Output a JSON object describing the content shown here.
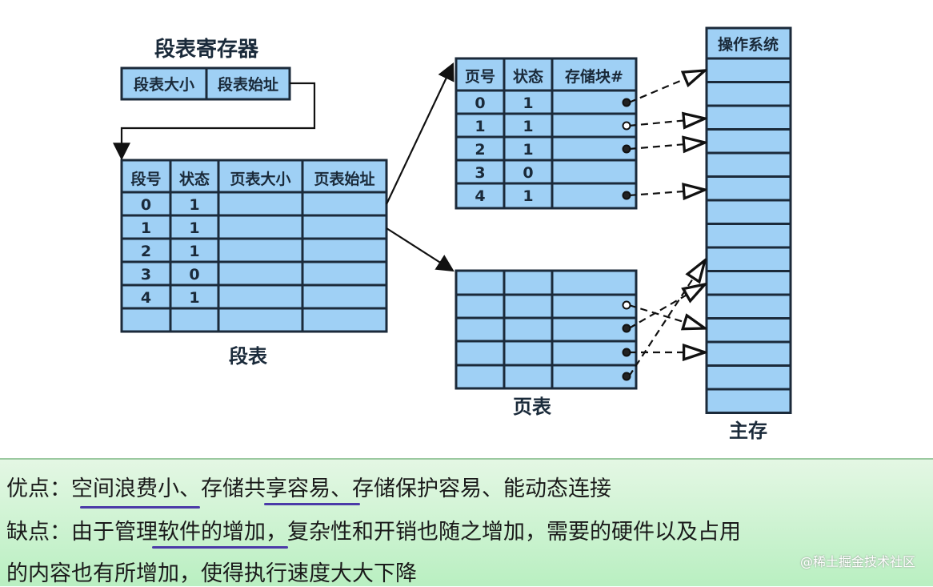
{
  "segment_register": {
    "title": "段表寄存器",
    "cells": [
      "段表大小",
      "段表始址"
    ]
  },
  "segment_table": {
    "label": "段表",
    "headers": [
      "段号",
      "状态",
      "页表大小",
      "页表始址"
    ],
    "rows": [
      [
        "0",
        "1"
      ],
      [
        "1",
        "1"
      ],
      [
        "2",
        "1"
      ],
      [
        "3",
        "0"
      ],
      [
        "4",
        "1"
      ],
      [
        "",
        ""
      ]
    ]
  },
  "page_table_1": {
    "headers": [
      "页号",
      "状态",
      "存储块#"
    ],
    "rows": [
      [
        "0",
        "1"
      ],
      [
        "1",
        "1"
      ],
      [
        "2",
        "1"
      ],
      [
        "3",
        "0"
      ],
      [
        "4",
        "1"
      ]
    ]
  },
  "page_table_2": {
    "label": "页表"
  },
  "memory": {
    "label": "主存",
    "header": "操作系统"
  },
  "notes": {
    "pros": "优点：空间浪费小、存储共享容易、存储保护容易、能动态连接",
    "cons_1": "缺点：由于管理软件的增加，复杂性和开销也随之增加，需要的硬件以及占用",
    "cons_2": "的内容也有所增加，使得执行速度大大下降"
  },
  "watermark": "@稀土掘金技术社区",
  "colors": {
    "cell": "#9fd0f5",
    "border": "#1b2a3a",
    "accent": "#4b3aa8"
  }
}
